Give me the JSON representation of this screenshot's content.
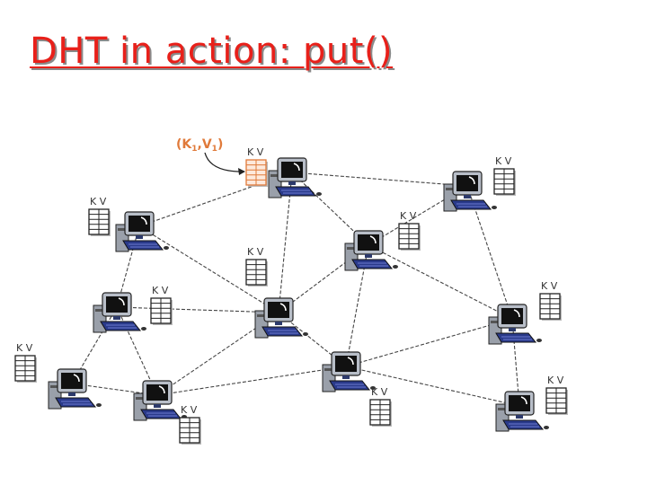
{
  "slide": {
    "title": "DHT in action: put()"
  },
  "diagram": {
    "put_label": {
      "prefix": "(K",
      "sub1": "1",
      "mid": ",V",
      "sub2": "1",
      "suffix": ")"
    },
    "table_header": "K  V",
    "highlight_color": "#e07a3a",
    "link_color": "#444444",
    "label_color": "#333333"
  }
}
